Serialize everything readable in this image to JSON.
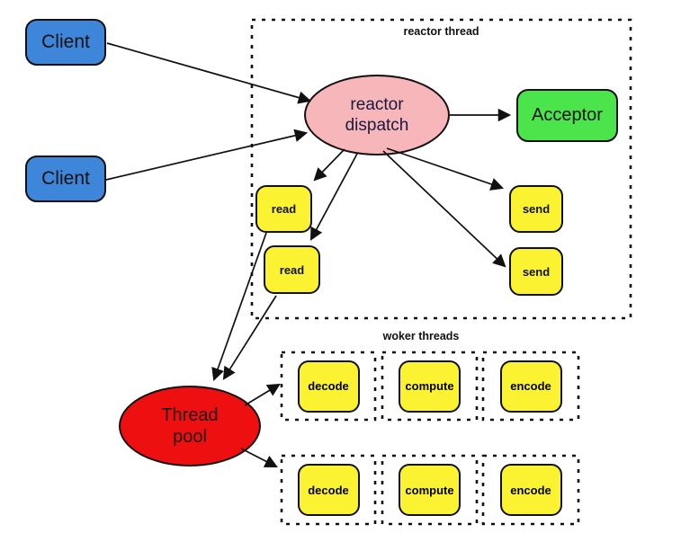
{
  "diagram": {
    "clients": [
      {
        "label": "Client"
      },
      {
        "label": "Client"
      }
    ],
    "reactor_box": {
      "title": "reactor thread"
    },
    "dispatch": {
      "line1": "reactor",
      "line2": "dispatch"
    },
    "acceptor": {
      "label": "Acceptor"
    },
    "reads": [
      {
        "label": "read"
      },
      {
        "label": "read"
      }
    ],
    "sends": [
      {
        "label": "send"
      },
      {
        "label": "send"
      }
    ],
    "worker_box": {
      "title": "woker threads"
    },
    "thread_pool": {
      "line1": "Thread",
      "line2": "pool"
    },
    "workers": [
      {
        "cells": [
          {
            "label": "decode"
          },
          {
            "label": "compute"
          },
          {
            "label": "encode"
          }
        ]
      },
      {
        "cells": [
          {
            "label": "decode"
          },
          {
            "label": "compute"
          },
          {
            "label": "encode"
          }
        ]
      }
    ],
    "colors": {
      "client_blue": "#3e86d9",
      "dispatch_pink": "#f6b6ba",
      "acceptor_green": "#4be54b",
      "task_yellow": "#fbf331",
      "pool_red": "#ee1010",
      "stroke": "#111111"
    }
  }
}
